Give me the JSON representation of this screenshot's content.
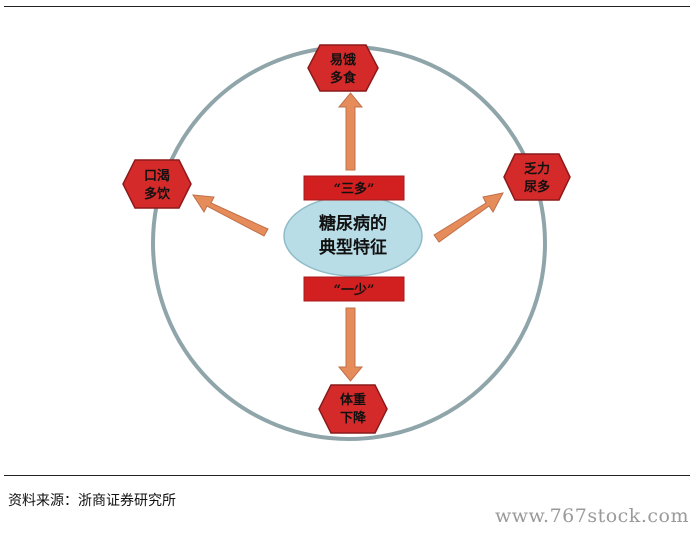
{
  "center": {
    "line1": "糖尿病的",
    "line2": "典型特征"
  },
  "labels": {
    "three_more": "“三多”",
    "one_less": "“一少”"
  },
  "nodes": {
    "top": {
      "line1": "易饿",
      "line2": "多食"
    },
    "left": {
      "line1": "口渴",
      "line2": "多饮"
    },
    "right": {
      "line1": "乏力",
      "line2": "尿多"
    },
    "bottom": {
      "line1": "体重",
      "line2": "下降"
    }
  },
  "source": "资料来源：浙商证券研究所",
  "watermark": "www.767stock.com",
  "colors": {
    "circle": "#8fa5aa",
    "hex_fill": "#d42a2a",
    "hex_stroke": "#8b1a1a",
    "label_fill": "#d21f1f",
    "label_stroke": "#a81818",
    "ellipse_fill": "#b9dde6",
    "ellipse_stroke": "#8fbcc8",
    "arrow": "#e58c5a"
  }
}
